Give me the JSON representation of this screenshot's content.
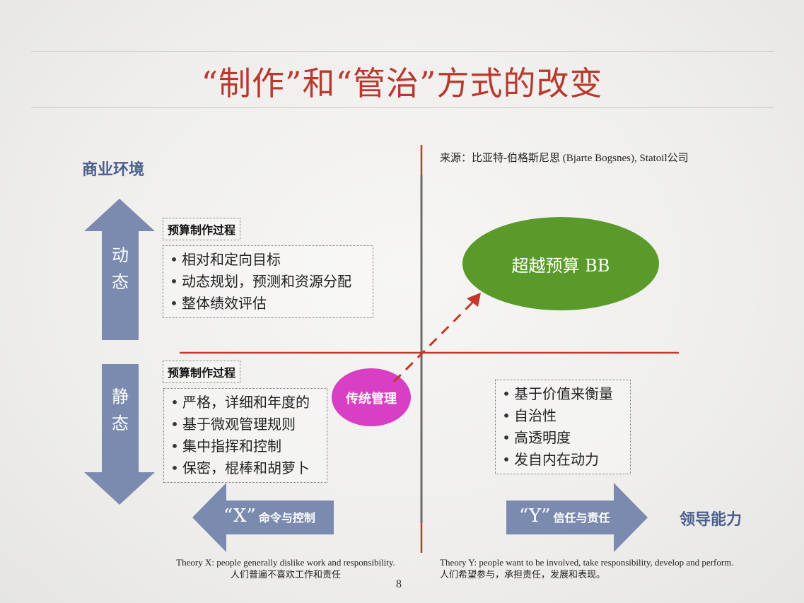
{
  "title": "“制作”和“管治”方式的改变",
  "axes": {
    "vertical_label": "商业环境",
    "horizontal_label": "领导能力"
  },
  "source": "来源：比亚特-伯格斯尼思 (Bjarte Bogsnes), Statoil公司",
  "vertical_arrow": {
    "up_label": [
      "动",
      "态"
    ],
    "down_label": [
      "静",
      "态"
    ]
  },
  "dynamic_box": {
    "header": "预算制作过程",
    "items": [
      "相对和定向目标",
      "动态规划，预测和资源分配",
      "整体绩效评估"
    ]
  },
  "static_box": {
    "header": "预算制作过程",
    "items": [
      "严格，详细和年度的",
      "基于微观管理规则",
      "集中指挥和控制",
      "保密，棍棒和胡萝卜"
    ]
  },
  "theory_y_box": {
    "items": [
      "基于价值来衡量",
      "自治性",
      "高透明度",
      "发自内在动力"
    ]
  },
  "ellipses": {
    "bb": "超越预算 BB",
    "traditional": "传统管理"
  },
  "x_arrow": {
    "big": "“X”",
    "small": "命令与控制"
  },
  "y_arrow": {
    "big": "“Y”",
    "small": "信任与责任"
  },
  "footnotes": {
    "theory_x": [
      "Theory X: people generally dislike work and responsibility.",
      "人们普遍不喜欢工作和责任"
    ],
    "theory_y": [
      "Theory Y: people want to be involved, take responsibility, develop and perform.",
      "人们希望参与，承担责任，发展和表现。"
    ]
  },
  "page_number": "8",
  "colors": {
    "title": "#b83a2e",
    "axis_red": "#c0392b",
    "axis_gray": "#6b6b6b",
    "arrow_fill": "#7b8bb0",
    "bb_ellipse": "#5a9a2a",
    "traditional_ellipse": "#d93fc4",
    "label_blue": "#4b5f8e"
  }
}
